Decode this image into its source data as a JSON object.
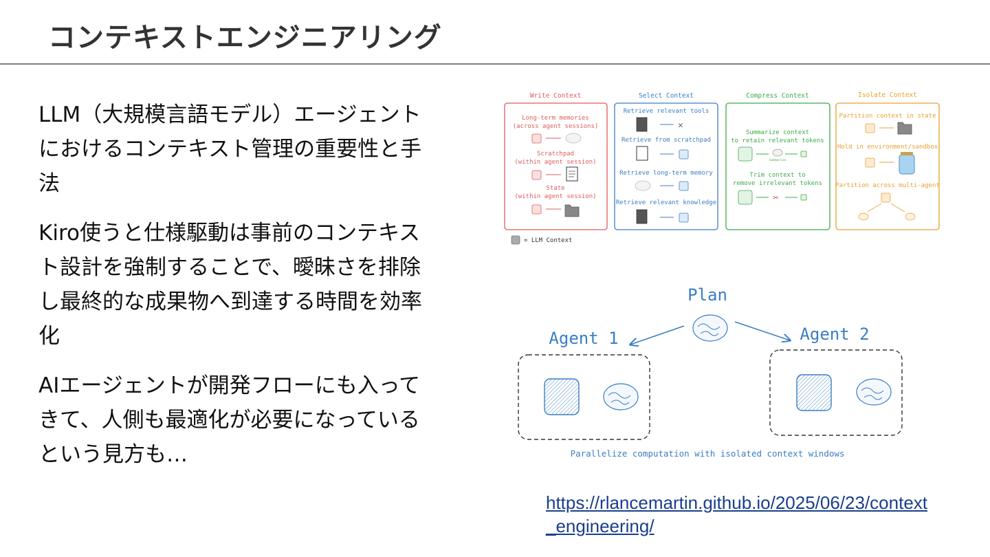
{
  "slide": {
    "title": "コンテキストエンジニアリング",
    "bullets": [
      "LLM（大規模言語モデル）エージェントにおけるコンテキスト管理の重要性と手法",
      "Kiro使うと仕様駆動は事前のコンテキスト設計を強制することで、曖昧さを排除し最終的な成果物へ到達する時間を効率化",
      "AIエージェントが開発フローにも入ってきて、人側も最適化が必要になっているという見方も…"
    ],
    "link": "https://rlancemartin.github.io/2025/06/23/context_engineering/"
  },
  "figure1": {
    "colors": {
      "write": "#e05a5a",
      "select": "#3b7dc4",
      "compress": "#3fa84a",
      "isolate": "#e8a030"
    },
    "columns": [
      {
        "title": "Write Context",
        "items": [
          "Long-term memories",
          "(across agent sessions)",
          "Scratchpad",
          "(within agent session)",
          "State",
          "(within agent session)"
        ]
      },
      {
        "title": "Select Context",
        "items": [
          "Retrieve relevant tools",
          "Retrieve from scratchpad",
          "Retrieve long-term memory",
          "Retrieve relevant knowledge"
        ]
      },
      {
        "title": "Compress Context",
        "items": [
          "Summarize context",
          "to retain relevant tokens",
          "Summarize",
          "Trim context to",
          "remove irrelevant tokens"
        ]
      },
      {
        "title": "Isolate Context",
        "items": [
          "Partition context in state",
          "Hold in environment/sandbox",
          "Partition across multi-agent"
        ]
      }
    ],
    "legend": "= LLM Context"
  },
  "figure2": {
    "plan": "Plan",
    "agent1": "Agent 1",
    "agent2": "Agent 2",
    "caption": "Parallelize computation with isolated context windows"
  }
}
